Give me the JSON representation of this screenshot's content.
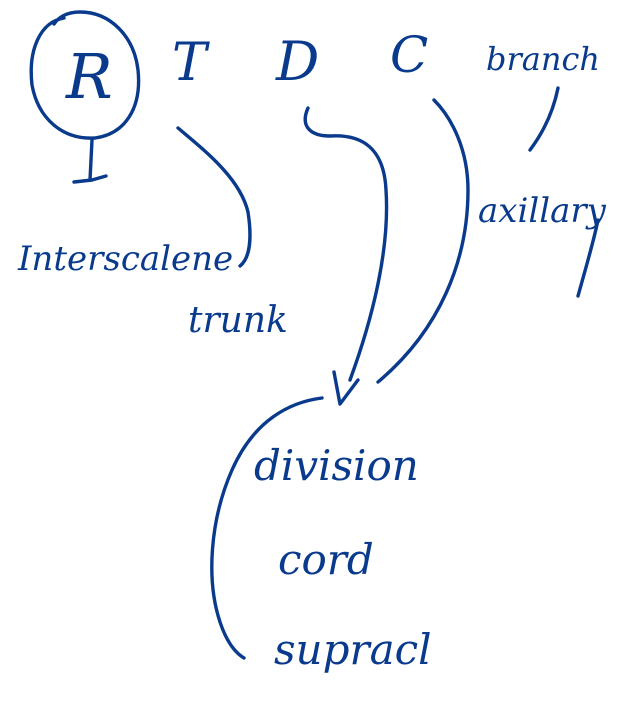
{
  "ink_color": "#0a3a8c",
  "background_color": "#ffffff",
  "top_row": {
    "r": "R",
    "t": "T",
    "d": "D",
    "c": "C",
    "b": "branch"
  },
  "labels": {
    "interscalene": "Interscalene",
    "trunk": "trunk",
    "axillary": "axillary",
    "division": "division",
    "cord": "cord",
    "supracl": "supracl"
  }
}
